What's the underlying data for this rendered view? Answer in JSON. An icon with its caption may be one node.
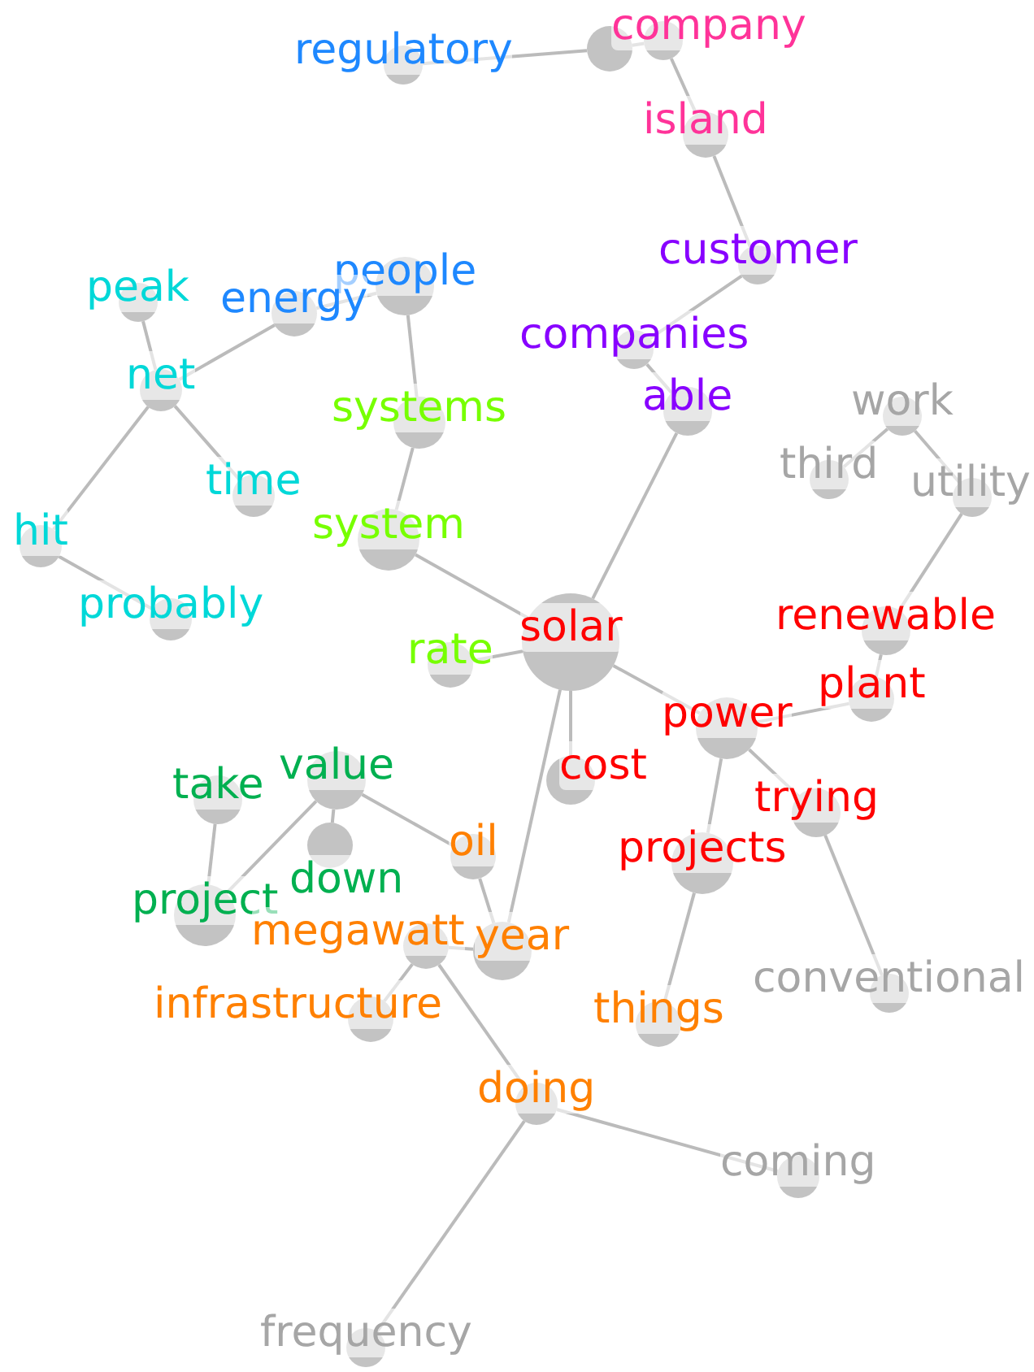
{
  "diagram": {
    "nodes": [
      {
        "text": [
          "regulatory"
        ]
      },
      {
        "text": [],
        "shape": "circle"
      },
      {
        "text": [
          "company"
        ]
      },
      {
        "text": [
          "island"
        ]
      },
      {
        "text": [
          "customer"
        ]
      },
      {
        "text": [
          "companies"
        ]
      },
      {
        "text": [
          "able"
        ]
      },
      {
        "text": [
          "people"
        ]
      },
      {
        "text": [
          "energy"
        ]
      },
      {
        "text": [
          "peak"
        ]
      },
      {
        "text": [
          "net"
        ]
      },
      {
        "text": [
          "time"
        ]
      },
      {
        "text": [
          "hit"
        ]
      },
      {
        "text": [
          "probably"
        ]
      },
      {
        "text": [
          "systems"
        ]
      },
      {
        "text": [
          "system"
        ]
      },
      {
        "text": [
          "rate"
        ]
      },
      {
        "text": [
          "solar"
        ]
      },
      {
        "text": [
          "renewable"
        ]
      },
      {
        "text": [
          "plant"
        ]
      },
      {
        "text": [
          "power"
        ]
      },
      {
        "text": [
          "cost"
        ]
      },
      {
        "text": [
          "trying"
        ]
      },
      {
        "text": [
          "projects"
        ]
      },
      {
        "text": [
          "work"
        ]
      },
      {
        "text": [
          "third"
        ]
      },
      {
        "text": [
          "utility"
        ]
      },
      {
        "text": [
          "conventional"
        ]
      },
      {
        "text": [
          "coming"
        ]
      },
      {
        "text": [
          "frequency"
        ]
      },
      {
        "text": [
          "take"
        ]
      },
      {
        "text": [
          "value"
        ]
      },
      {
        "text": [
          "down"
        ]
      },
      {
        "text": [
          "project"
        ]
      },
      {
        "text": [
          "oil"
        ]
      },
      {
        "text": [
          "megawatt"
        ]
      },
      {
        "text": [
          "year"
        ]
      },
      {
        "text": [
          "infrastructure"
        ]
      },
      {
        "text": [
          "things"
        ]
      },
      {
        "text": [
          "doing"
        ]
      }
    ],
    "edges": [
      {
        "from": 0,
        "to": 1,
        "arrow": "none"
      },
      {
        "from": 1,
        "to": 2,
        "arrow": "none"
      },
      {
        "from": 2,
        "to": 3,
        "arrow": "none"
      },
      {
        "from": 3,
        "to": 4,
        "arrow": "none"
      },
      {
        "from": 4,
        "to": 5,
        "arrow": "none"
      },
      {
        "from": 5,
        "to": 6,
        "arrow": "none"
      },
      {
        "from": 6,
        "to": 17,
        "arrow": "none"
      },
      {
        "from": 7,
        "to": 8,
        "arrow": "none"
      },
      {
        "from": 8,
        "to": 10,
        "arrow": "none"
      },
      {
        "from": 10,
        "to": 9,
        "arrow": "none"
      },
      {
        "from": 10,
        "to": 11,
        "arrow": "none"
      },
      {
        "from": 10,
        "to": 12,
        "arrow": "none"
      },
      {
        "from": 12,
        "to": 13,
        "arrow": "none"
      },
      {
        "from": 7,
        "to": 14,
        "arrow": "none"
      },
      {
        "from": 14,
        "to": 15,
        "arrow": "none"
      },
      {
        "from": 15,
        "to": 17,
        "arrow": "none"
      },
      {
        "from": 16,
        "to": 17,
        "arrow": "none"
      },
      {
        "from": 17,
        "to": 20,
        "arrow": "none"
      },
      {
        "from": 17,
        "to": 21,
        "arrow": "none"
      },
      {
        "from": 17,
        "to": 36,
        "arrow": "none"
      },
      {
        "from": 20,
        "to": 19,
        "arrow": "none"
      },
      {
        "from": 19,
        "to": 18,
        "arrow": "none"
      },
      {
        "from": 18,
        "to": 26,
        "arrow": "none"
      },
      {
        "from": 26,
        "to": 24,
        "arrow": "none"
      },
      {
        "from": 24,
        "to": 25,
        "arrow": "none"
      },
      {
        "from": 20,
        "to": 22,
        "arrow": "none"
      },
      {
        "from": 22,
        "to": 27,
        "arrow": "none"
      },
      {
        "from": 20,
        "to": 23,
        "arrow": "none"
      },
      {
        "from": 23,
        "to": 38,
        "arrow": "none"
      },
      {
        "from": 30,
        "to": 33,
        "arrow": "none"
      },
      {
        "from": 33,
        "to": 31,
        "arrow": "none"
      },
      {
        "from": 31,
        "to": 32,
        "arrow": "none"
      },
      {
        "from": 31,
        "to": 34,
        "arrow": "none"
      },
      {
        "from": 34,
        "to": 36,
        "arrow": "none"
      },
      {
        "from": 36,
        "to": 35,
        "arrow": "none"
      },
      {
        "from": 35,
        "to": 37,
        "arrow": "none"
      },
      {
        "from": 35,
        "to": 39,
        "arrow": "none"
      },
      {
        "from": 39,
        "to": 28,
        "arrow": "none"
      },
      {
        "from": 39,
        "to": 29,
        "arrow": "none"
      }
    ]
  }
}
